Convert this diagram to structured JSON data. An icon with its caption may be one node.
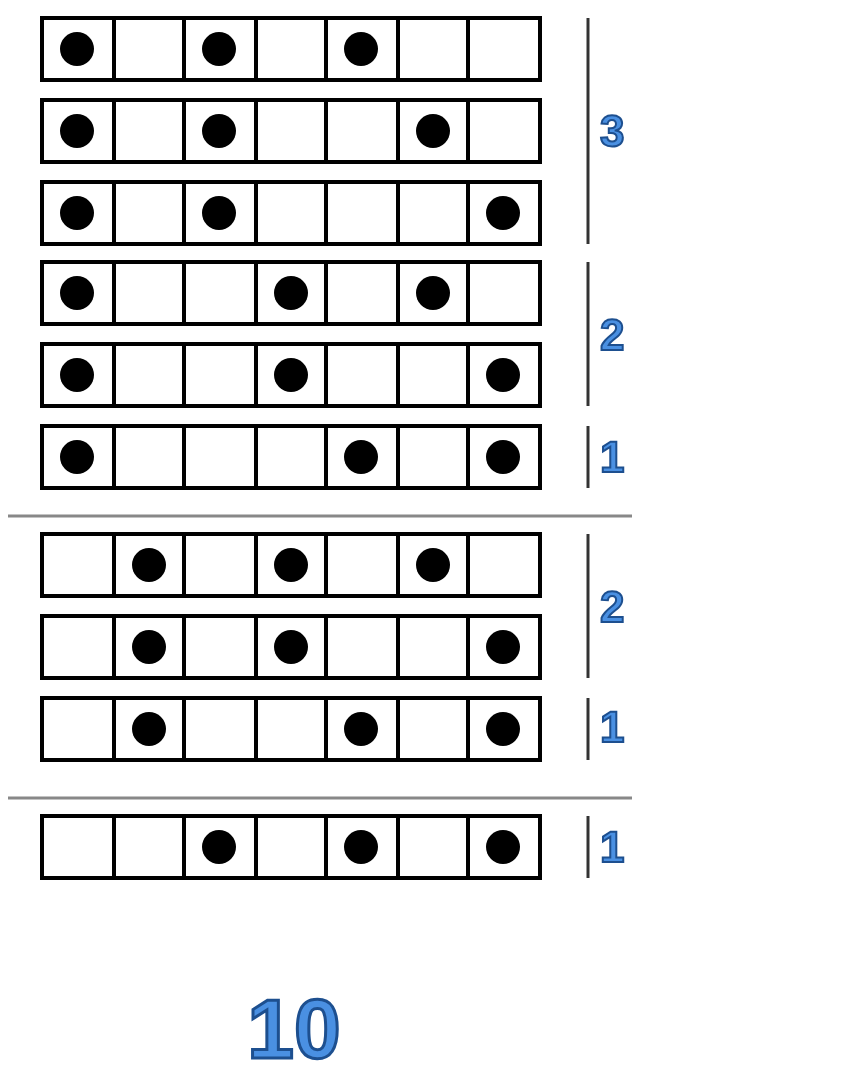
{
  "diagram": {
    "nodes": [
      {
        "text": [],
        "shape": "box"
      },
      {
        "text": [],
        "shape": "circle",
        "in": 0
      },
      {
        "text": [],
        "shape": "box"
      },
      {
        "text": [],
        "shape": "box"
      },
      {
        "text": [],
        "shape": "circle",
        "in": 3
      },
      {
        "text": [],
        "shape": "box"
      },
      {
        "text": [],
        "shape": "box"
      },
      {
        "text": [],
        "shape": "circle",
        "in": 6
      },
      {
        "text": [],
        "shape": "box"
      },
      {
        "text": [],
        "shape": "box"
      },
      {
        "text": [],
        "shape": "box"
      },
      {
        "text": [],
        "shape": "circle",
        "in": 10
      },
      {
        "text": [],
        "shape": "box"
      },
      {
        "text": [],
        "shape": "box"
      },
      {
        "text": [],
        "shape": "circle",
        "in": 13
      },
      {
        "text": [],
        "shape": "box"
      },
      {
        "text": [],
        "shape": "box"
      },
      {
        "text": [],
        "shape": "box"
      },
      {
        "text": [],
        "shape": "circle",
        "in": 17
      },
      {
        "text": [],
        "shape": "box"
      },
      {
        "text": [],
        "shape": "box"
      },
      {
        "text": [],
        "shape": "circle",
        "in": 20
      },
      {
        "text": [],
        "shape": "box"
      },
      {
        "text": [],
        "shape": "box"
      },
      {
        "text": [],
        "shape": "circle",
        "in": 23
      },
      {
        "text": [],
        "shape": "box"
      },
      {
        "text": [],
        "shape": "box"
      },
      {
        "text": [],
        "shape": "box"
      },
      {
        "text": [],
        "shape": "box"
      },
      {
        "text": [],
        "shape": "circle",
        "in": 28
      },
      {
        "text": [],
        "shape": "box"
      },
      {
        "text": [],
        "shape": "circle",
        "in": 30
      },
      {
        "text": [],
        "shape": "box"
      },
      {
        "text": [],
        "shape": "box"
      },
      {
        "text": [],
        "shape": "box"
      },
      {
        "text": [],
        "shape": "circle",
        "in": 34
      },
      {
        "text": [],
        "shape": "box"
      },
      {
        "text": [],
        "shape": "box"
      },
      {
        "text": [],
        "shape": "circle",
        "in": 37
      },
      {
        "text": [],
        "shape": "box"
      },
      {
        "text": [],
        "shape": "box"
      },
      {
        "text": [],
        "shape": "circle",
        "in": 40
      },
      {
        "text": [],
        "shape": "box"
      },
      {
        "text": [],
        "shape": "box"
      },
      {
        "text": [],
        "shape": "box"
      },
      {
        "text": [],
        "shape": "circle",
        "in": 44
      },
      {
        "text": [],
        "shape": "box"
      },
      {
        "text": [],
        "shape": "box"
      },
      {
        "text": [],
        "shape": "box"
      },
      {
        "text": [],
        "shape": "circle",
        "in": 48
      },
      {
        "text": [],
        "shape": "box"
      },
      {
        "text": [],
        "shape": "circle",
        "in": 50
      },
      {
        "text": [],
        "shape": "box"
      },
      {
        "text": [],
        "shape": "box"
      },
      {
        "text": [],
        "shape": "box"
      },
      {
        "text": [],
        "shape": "box"
      },
      {
        "text": [],
        "shape": "circle",
        "in": 55
      },
      {
        "text": [],
        "shape": "box"
      },
      {
        "text": [],
        "shape": "box"
      },
      {
        "text": [],
        "shape": "circle",
        "in": 58
      },
      {
        "text": [],
        "shape": "box"
      },
      {
        "text": [],
        "shape": "box"
      },
      {
        "text": [],
        "shape": "circle",
        "in": 61
      },
      {
        "text": [],
        "shape": "box"
      },
      {
        "text": [],
        "shape": "box"
      },
      {
        "text": [],
        "shape": "circle",
        "in": 64
      },
      {
        "text": [],
        "shape": "box"
      },
      {
        "text": [],
        "shape": "box"
      },
      {
        "text": [],
        "shape": "circle",
        "in": 67
      },
      {
        "text": [],
        "shape": "box"
      },
      {
        "text": [],
        "shape": "box"
      },
      {
        "text": [],
        "shape": "box"
      },
      {
        "text": [],
        "shape": "circle",
        "in": 71
      },
      {
        "text": [],
        "shape": "box"
      },
      {
        "text": [],
        "shape": "box"
      },
      {
        "text": [],
        "shape": "circle",
        "in": 74
      },
      {
        "text": [],
        "shape": "box"
      },
      {
        "text": [],
        "shape": "box"
      },
      {
        "text": [],
        "shape": "box"
      },
      {
        "text": [],
        "shape": "circle",
        "in": 78
      },
      {
        "text": [],
        "shape": "box"
      },
      {
        "text": [],
        "shape": "box"
      },
      {
        "text": [],
        "shape": "circle",
        "in": 81
      },
      {
        "text": [],
        "shape": "box"
      },
      {
        "text": [],
        "shape": "box"
      },
      {
        "text": [],
        "shape": "box"
      },
      {
        "text": [],
        "shape": "circle",
        "in": 85
      },
      {
        "text": [],
        "shape": "box"
      },
      {
        "text": [],
        "shape": "box"
      },
      {
        "text": [],
        "shape": "circle",
        "in": 88
      },
      {
        "text": [],
        "shape": "box"
      },
      {
        "text": [],
        "shape": "box"
      },
      {
        "text": [],
        "shape": "box"
      },
      {
        "text": [],
        "shape": "circle",
        "in": 92
      },
      {
        "text": [],
        "shape": "box"
      },
      {
        "text": [],
        "shape": "box"
      },
      {
        "text": [],
        "shape": "circle",
        "in": 95
      },
      {
        "text": [],
        "shape": "box"
      },
      {
        "text": [],
        "shape": "box"
      },
      {
        "text": [],
        "shape": "circle",
        "in": 98
      }
    ],
    "labels": [
      "3",
      "2",
      "1",
      "2",
      "1",
      "1",
      "10"
    ]
  }
}
